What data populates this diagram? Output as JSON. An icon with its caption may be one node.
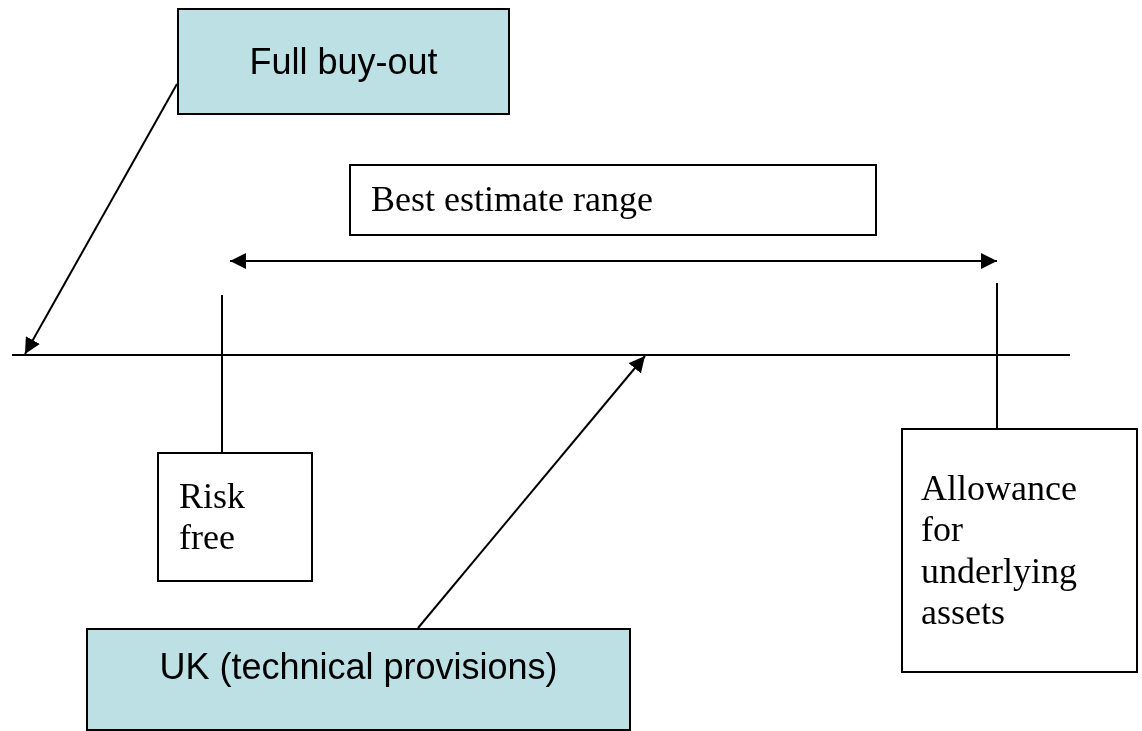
{
  "diagram": {
    "nodes": [
      {
        "text": [
          "Full buy-out"
        ]
      },
      {
        "text": [
          "Best estimate range"
        ]
      },
      {
        "text": [
          "Risk free"
        ]
      },
      {
        "text": [
          "Allowance for underlying assets"
        ]
      },
      {
        "text": [
          "UK (technical provisions)"
        ]
      },
      {
        "text": [],
        "shape": "line"
      }
    ],
    "edges": [
      {
        "from": 0,
        "to": 5,
        "arrow": "to"
      },
      {
        "from": 4,
        "to": 5,
        "arrow": "to"
      },
      {
        "from": 2,
        "to": 5,
        "arrow": "none"
      },
      {
        "from": 3,
        "to": 5,
        "arrow": "none"
      }
    ]
  }
}
